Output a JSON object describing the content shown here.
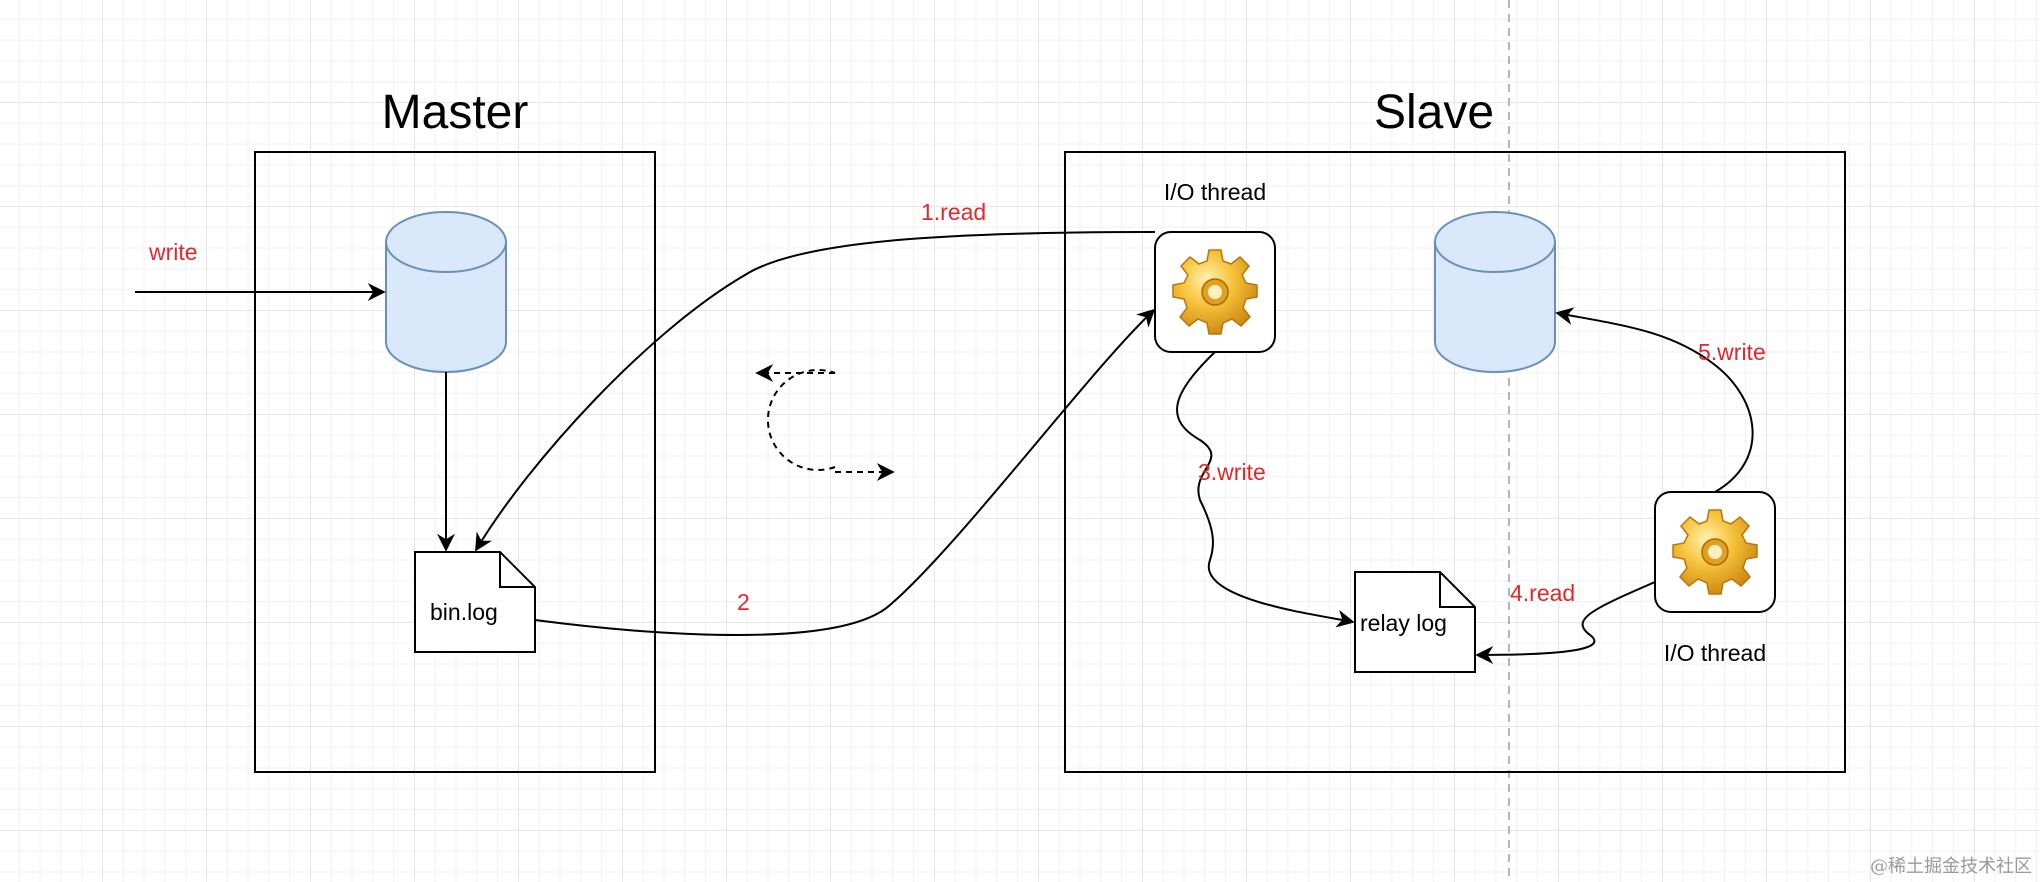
{
  "master": {
    "title": "Master"
  },
  "slave": {
    "title": "Slave"
  },
  "labels": {
    "write_in": "write",
    "io_thread_top": "I/O thread",
    "read_1": "1.read",
    "step_2": "2",
    "write_3": "3.write",
    "read_4": "4.read",
    "write_5": "5.write",
    "io_thread_bottom": "I/O thread"
  },
  "docs": {
    "binlog": "bin.log",
    "relaylog": "relay log"
  },
  "colors": {
    "db_fill": "#dae8fc",
    "db_stroke": "#6c8ebf",
    "label_red": "#e0292b",
    "gear": "#f5b830"
  },
  "watermark": "@稀土掘金技术社区"
}
